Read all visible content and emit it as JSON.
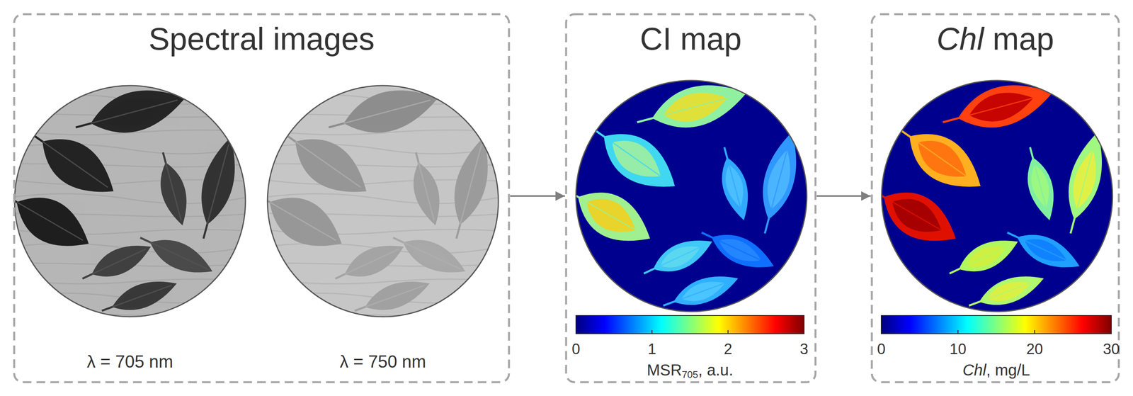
{
  "diagram": {
    "nodes": [
      {
        "text": [
          "Spectral images"
        ]
      },
      {
        "text": [
          "CI map"
        ]
      },
      {
        "text": [
          "Chl map"
        ]
      }
    ],
    "edges": [
      {
        "from": 0,
        "to": 1,
        "arrow": "to"
      },
      {
        "from": 1,
        "to": 2,
        "arrow": "to"
      }
    ],
    "labels": [
      "λ = 705 nm",
      "λ = 750 nm",
      "0",
      "1",
      "2",
      "3",
      "MSR705, a.u.",
      "0",
      "10",
      "20",
      "30",
      "Chl, mg/L"
    ]
  }
}
